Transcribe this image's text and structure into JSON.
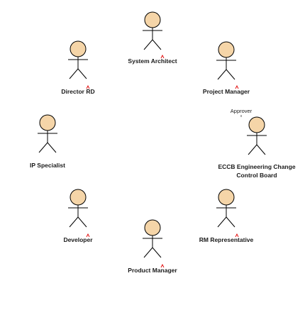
{
  "diagram": {
    "colors": {
      "actor_fill": "#f5d5a8",
      "actor_stroke": "#000000",
      "label_text": "#1a1a1a",
      "marker": "#e00000"
    },
    "actors": [
      {
        "id": "system-architect",
        "lines": [
          "System Architect"
        ]
      },
      {
        "id": "director-rd",
        "lines": [
          "Director RD"
        ]
      },
      {
        "id": "project-manager",
        "lines": [
          "Project Manager"
        ]
      },
      {
        "id": "ip-specialist",
        "lines": [
          "IP Specialist"
        ]
      },
      {
        "id": "eccb",
        "lines": [
          "ECCB Engineering Change",
          "Control Board"
        ],
        "stereotype": "Approver"
      },
      {
        "id": "developer",
        "lines": [
          "Developer"
        ]
      },
      {
        "id": "rm-representative",
        "lines": [
          "RM Representative"
        ]
      },
      {
        "id": "product-manager",
        "lines": [
          "Product Manager"
        ]
      }
    ]
  }
}
